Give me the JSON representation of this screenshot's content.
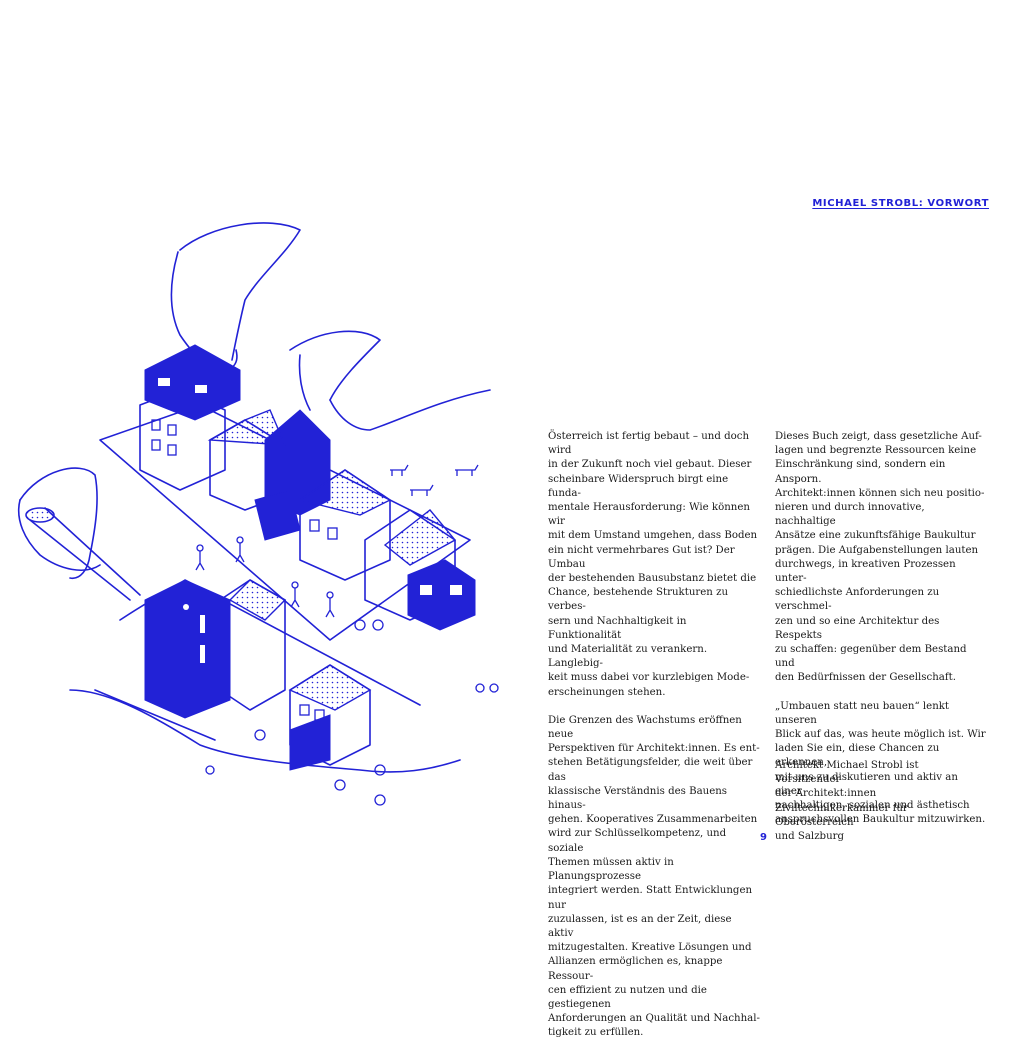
{
  "header": {
    "title": "MICHAEL STROBL: VORWORT"
  },
  "left_column": {
    "paragraphs": [
      "Österreich ist fertig bebaut – und doch wird\nin der Zukunft noch viel gebaut. Dieser\nscheinbare Widerspruch birgt eine funda-\nmentale Herausforderung: Wie können wir\nmit dem Umstand umgehen, dass Boden\nein nicht vermehrbares Gut ist? Der Umbau\nder bestehenden Bausubstanz bietet die\nChance, bestehende Strukturen zu verbes-\nsern und Nachhaltigkeit in Funktionalität\nund Materialität zu verankern. Langlebig-\nkeit muss dabei vor kurzlebigen Mode-\nerscheinungen stehen.",
      "Die Grenzen des Wachstums eröffnen neue\nPerspektiven für Architekt:innen. Es ent-\nstehen Betätigungsfelder, die weit über das\nklassische Verständnis des Bauens hinaus-\ngehen. Kooperatives Zusammenarbeiten\nwird zur Schlüsselkompetenz, und soziale\nThemen müssen aktiv in Planungsprozesse\nintegriert werden. Statt Entwicklungen nur\nzuzulassen, ist es an der Zeit, diese aktiv\nmitzugestalten. Kreative Lösungen und\nAllianzen ermöglichen es, knappe Ressour-\ncen effizient zu nutzen und die gestiegenen\nAnforderungen an Qualität und Nachhal-\ntigkeit zu erfüllen."
    ]
  },
  "right_column": {
    "paragraphs": [
      "Dieses Buch zeigt, dass gesetzliche Auf-\nlagen und begrenzte Ressourcen keine\nEinschränkung sind, sondern ein Ansporn.\nArchitekt:innen können sich neu positio-\nnieren und durch innovative, nachhaltige\nAnsätze eine zukunftsfähige Baukultur\nprägen. Die Aufgabenstellungen lauten\ndurchwegs, in kreativen Prozessen unter-\nschiedlichste Anforderungen zu verschmel-\nzen und so eine Architektur des Respekts\nzu schaffen: gegenüber dem Bestand und\nden Bedürfnissen der Gesellschaft.",
      "„Umbauen statt neu bauen“ lenkt unseren\nBlick auf das, was heute möglich ist. Wir\nladen Sie ein, diese Chancen zu erkennen,\nmit uns zu diskutieren und aktiv an einer\nnachhaltigen, sozialen und ästhetisch\nanspruchsvollen Baukultur mitzuwirken."
    ],
    "bio": "Architekt Michael Strobl ist Vorsitzender\nder Architekt:innen\nZiviltechnikerkammer für Oberösterreich\nund Salzburg"
  },
  "page_number": "9",
  "colors": {
    "accent": "#2222d6",
    "text": "#1a1a1a",
    "background": "#ffffff"
  },
  "illustration": {
    "subject": "hand-drawn-village-with-hands-placing-blue-houses"
  }
}
